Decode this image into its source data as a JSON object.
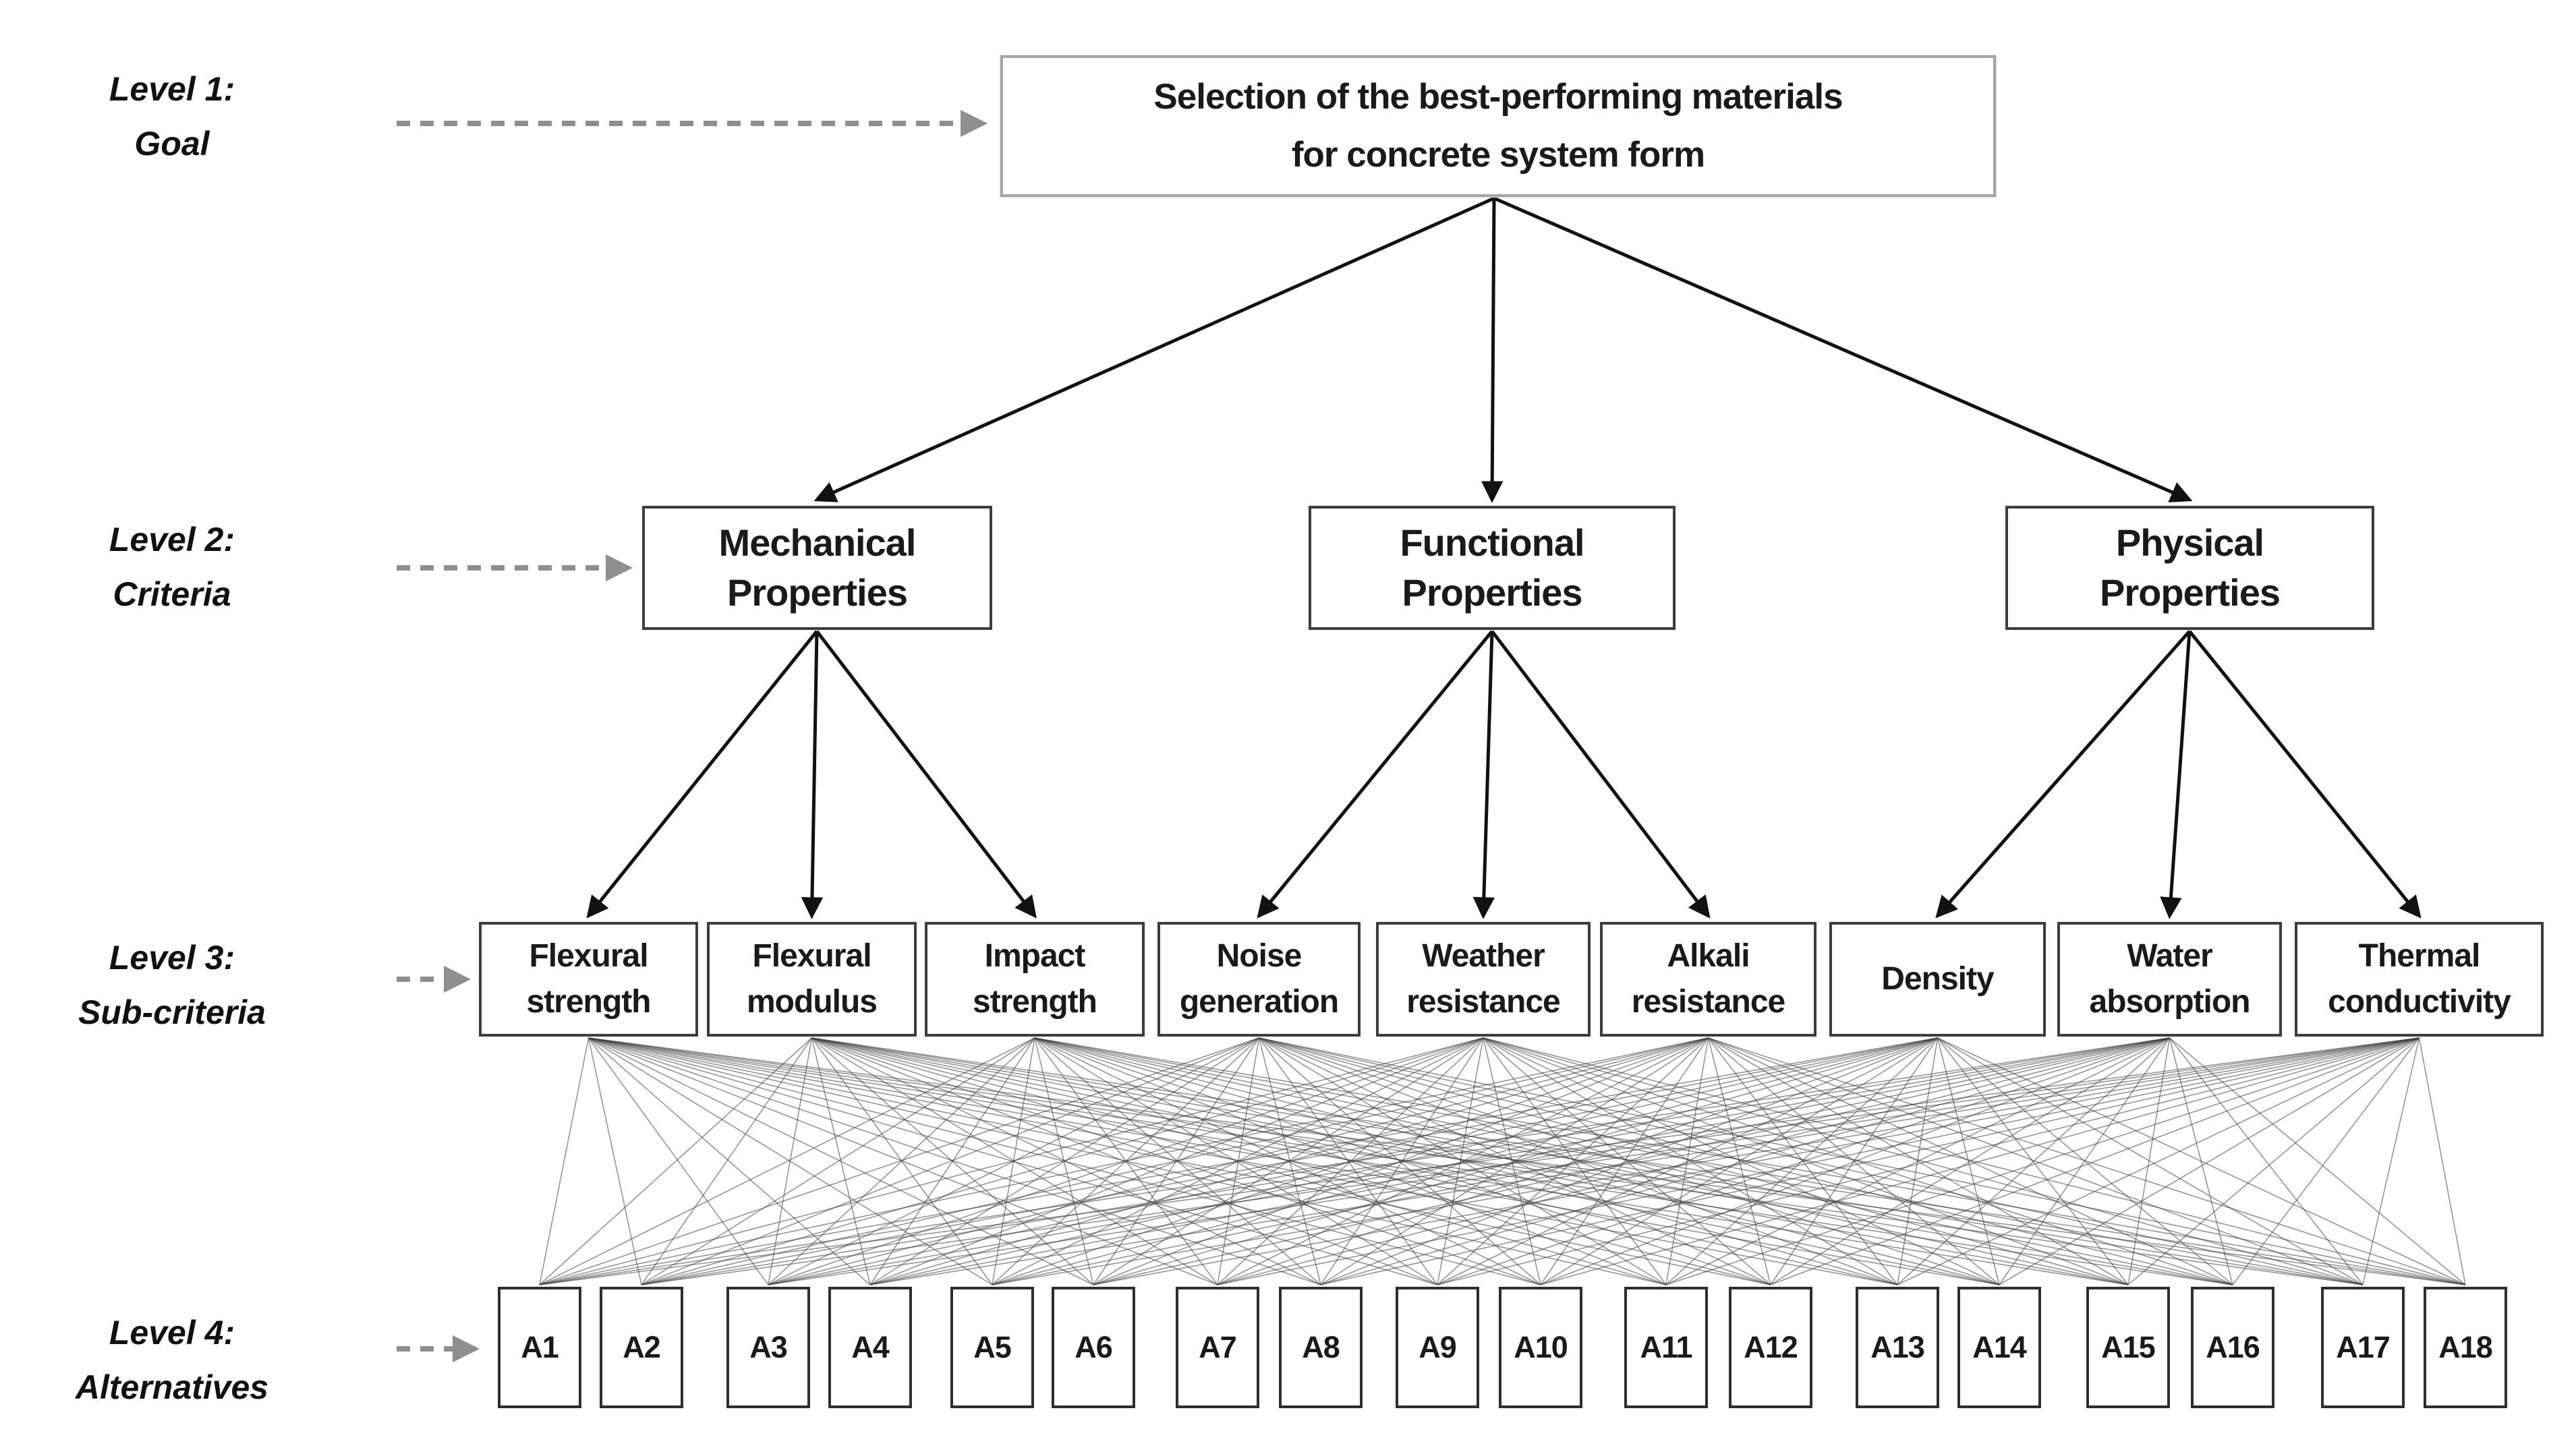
{
  "diagram": {
    "goal": {
      "line1": "Selection of the best-performing materials",
      "line2": "for concrete system form"
    },
    "level_labels": [
      {
        "line1": "Level 1:",
        "line2": "Goal"
      },
      {
        "line1": "Level 2:",
        "line2": "Criteria"
      },
      {
        "line1": "Level 3:",
        "line2": "Sub-criteria"
      },
      {
        "line1": "Level 4:",
        "line2": "Alternatives"
      }
    ],
    "criteria": [
      {
        "line1": "Mechanical",
        "line2": "Properties"
      },
      {
        "line1": "Functional",
        "line2": "Properties"
      },
      {
        "line1": "Physical",
        "line2": "Properties"
      }
    ],
    "subcriteria": [
      {
        "line1": "Flexural",
        "line2": "strength"
      },
      {
        "line1": "Flexural",
        "line2": "modulus"
      },
      {
        "line1": "Impact",
        "line2": "strength"
      },
      {
        "line1": "Noise",
        "line2": "generation"
      },
      {
        "line1": "Weather",
        "line2": "resistance"
      },
      {
        "line1": "Alkali",
        "line2": "resistance"
      },
      {
        "line1": "Density",
        "line2": ""
      },
      {
        "line1": "Water",
        "line2": "absorption"
      },
      {
        "line1": "Thermal",
        "line2": "conductivity"
      }
    ],
    "alternatives": [
      "A1",
      "A2",
      "A3",
      "A4",
      "A5",
      "A6",
      "A7",
      "A8",
      "A9",
      "A10",
      "A11",
      "A12",
      "A13",
      "A14",
      "A15",
      "A16",
      "A17",
      "A18"
    ],
    "colors": {
      "background": "#ffffff",
      "text": "#1a1a1a",
      "box_border": "#3d3d3d",
      "goal_border": "#a6a6a6",
      "solid_arrow": "#111111",
      "dashed_arrow": "#8f8f8f",
      "web_line": "#404040"
    }
  }
}
